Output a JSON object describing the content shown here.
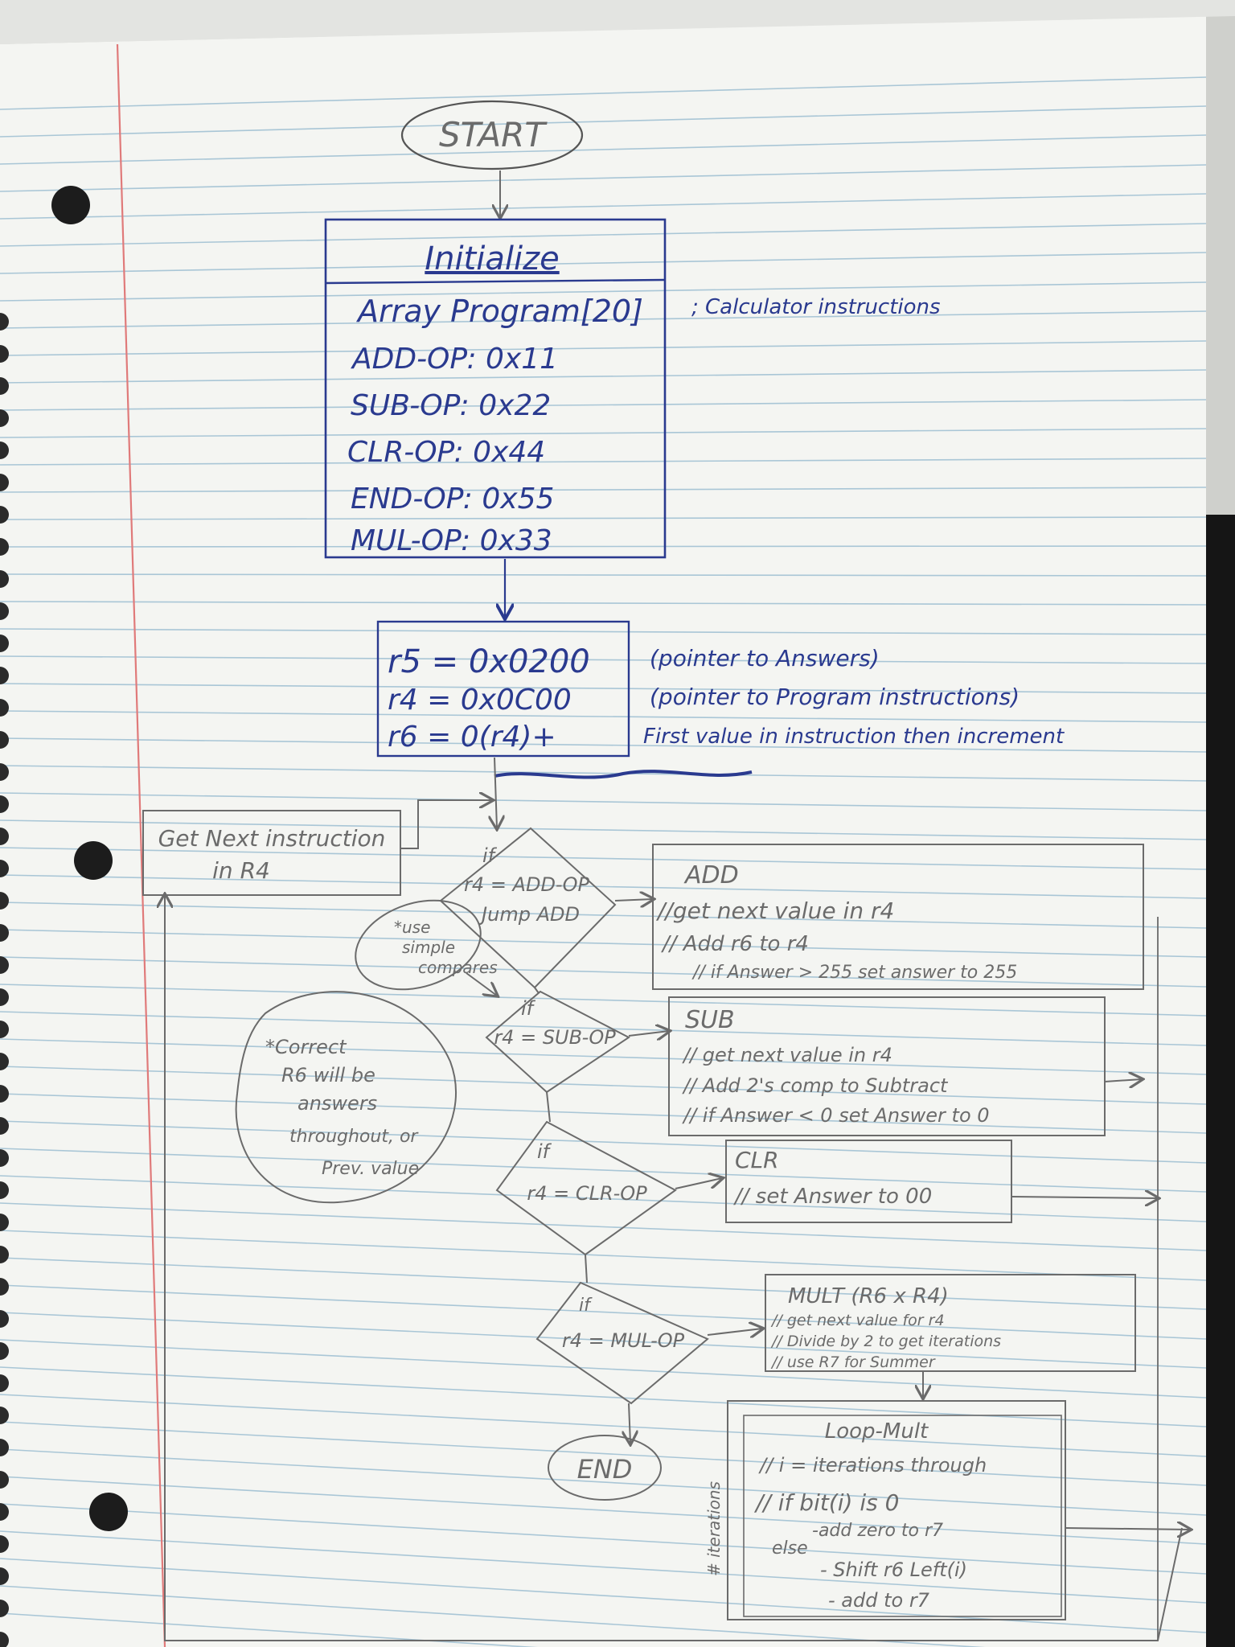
{
  "flowchart": {
    "start": "START",
    "end": "END",
    "initialize": {
      "title": "Initialize",
      "lines": [
        "Array Program[20]",
        "ADD-OP: 0x11",
        "SUB-OP: 0x22",
        "CLR-OP: 0x44",
        "END-OP: 0x55",
        "MUL-OP: 0x33"
      ],
      "note": "; Calculator instructions"
    },
    "registers": {
      "lines": [
        "r5 = 0x0200",
        "r4 = 0x0C00",
        "r6 = 0(r4)+"
      ],
      "notes": [
        "(pointer to Answers)",
        "(pointer to Program instructions)",
        "First value in instruction then increment"
      ]
    },
    "get_next": [
      "Get Next instruction",
      "in R4"
    ],
    "decisions": [
      {
        "if": "if",
        "cond": "r4 = ADD-OP",
        "extra": "Jump ADD"
      },
      {
        "if": "if",
        "cond": "r4 = SUB-OP",
        "extra": ""
      },
      {
        "if": "if",
        "cond": "r4 = CLR-OP",
        "extra": ""
      },
      {
        "if": "if",
        "cond": "r4 = MUL-OP",
        "extra": ""
      }
    ],
    "ops": [
      {
        "title": "ADD",
        "lines": [
          "//get next value in r4",
          "// Add r6 to r4",
          "// if Answer > 255 set answer to 255"
        ]
      },
      {
        "title": "SUB",
        "lines": [
          "// get next value in r4",
          "// Add 2's comp to Subtract",
          "// if Answer < 0 set Answer to 0"
        ]
      },
      {
        "title": "CLR",
        "lines": [
          "// set Answer to 00"
        ]
      },
      {
        "title": "MULT (R6 x R4)",
        "lines": [
          "// get next value for r4",
          "// Divide by 2 to get iterations",
          "// use R7 for Summer"
        ]
      }
    ],
    "loop": {
      "title": "Loop-Mult",
      "lines": [
        "// i = iterations through",
        "// if bit(i) is 0",
        "-add zero to r7",
        "else",
        "- Shift r6 Left(i)",
        "- add to r7"
      ],
      "side": "# iterations"
    },
    "note_simple": [
      "*use",
      "simple",
      "compares"
    ],
    "note_correct": [
      "*Correct",
      "R6 will be",
      "answers",
      "throughout, or",
      "Prev. value"
    ]
  },
  "colors": {
    "paper": "#f4f5f2",
    "rule": "#a9c6d6",
    "margin": "#e07a7a",
    "blue_ink": "#2a3a8f",
    "pencil": "#6b6b6b"
  }
}
